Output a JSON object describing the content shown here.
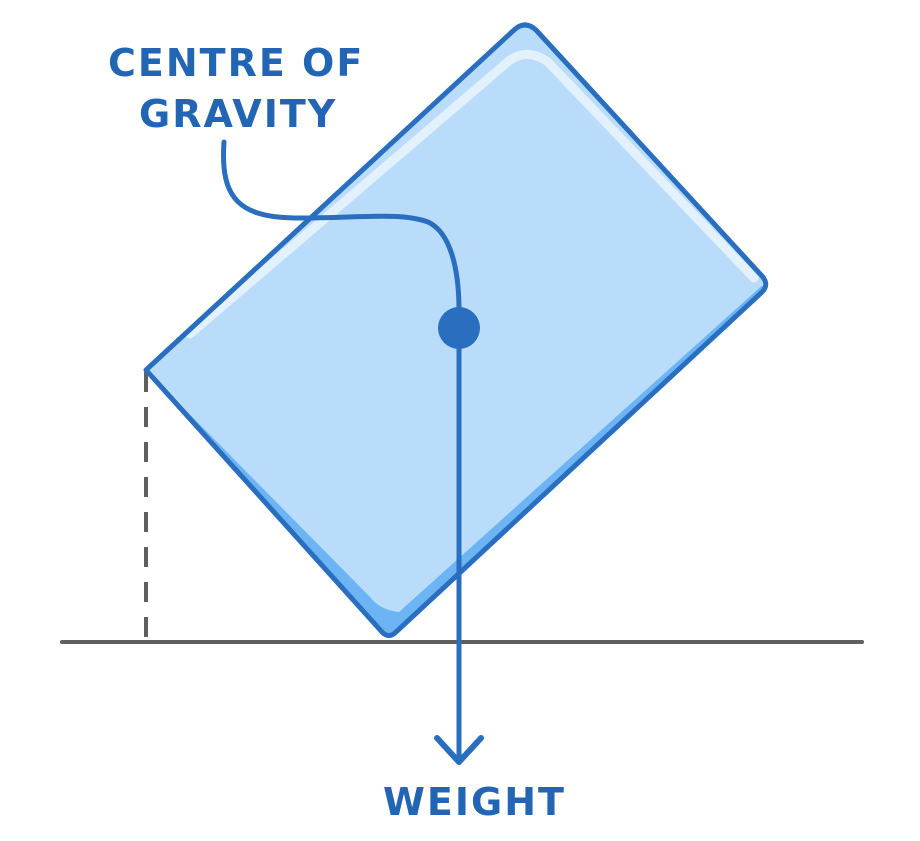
{
  "labels": {
    "centre_of_gravity_line1": "CENTRE OF",
    "centre_of_gravity_line2": "GRAVITY",
    "weight": "WEIGHT"
  },
  "colors": {
    "block_fill": "#b9dcfb",
    "block_shadow": "#6cb4f3",
    "block_highlight": "#e3f1fd",
    "outline": "#2a6ec0",
    "label": "#2265b5",
    "ground": "#5f5f5f",
    "dashed": "#5f5f5f"
  },
  "icons": {
    "centre_marker": "filled-circle",
    "arrow_head": "chevron-down"
  }
}
